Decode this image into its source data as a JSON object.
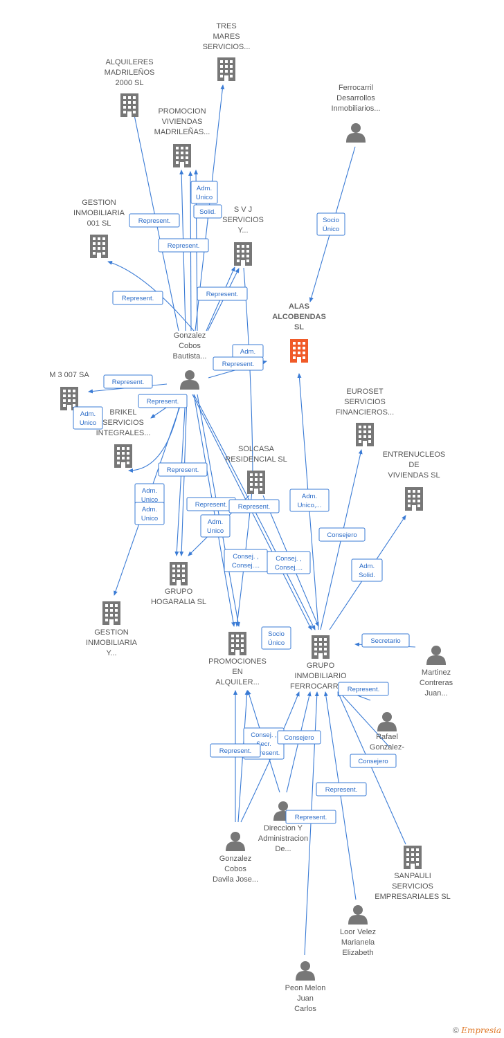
{
  "colors": {
    "edge": "#3a7bd5",
    "node": "#777777",
    "focus": "#f05a28"
  },
  "nodes": [
    {
      "id": "tres_mares",
      "type": "company",
      "lines": [
        "TRES",
        "MARES",
        "SERVICIOS..."
      ]
    },
    {
      "id": "alquileres",
      "type": "company",
      "lines": [
        "ALQUILERES",
        "MADRILEÑOS",
        "2000 SL"
      ]
    },
    {
      "id": "promocion_viv",
      "type": "company",
      "lines": [
        "PROMOCION",
        "VIVIENDAS",
        "MADRILEÑAS..."
      ]
    },
    {
      "id": "ferrocarril_des",
      "type": "person",
      "lines": [
        "Ferrocarril",
        "Desarrollos",
        "Inmobiliarios..."
      ]
    },
    {
      "id": "gestion001",
      "type": "company",
      "lines": [
        "GESTION",
        "INMOBILIARIA",
        "001 SL"
      ]
    },
    {
      "id": "svj",
      "type": "company",
      "lines": [
        "S V J",
        "SERVICIOS",
        "Y..."
      ]
    },
    {
      "id": "alas",
      "type": "focus",
      "lines": [
        "ALAS",
        "ALCOBENDAS",
        "SL"
      ]
    },
    {
      "id": "gonzalez_bautista",
      "type": "person",
      "lines": [
        "Gonzalez",
        "Cobos",
        "Bautista..."
      ]
    },
    {
      "id": "m3007",
      "type": "company",
      "lines": [
        "M 3 007 SA"
      ]
    },
    {
      "id": "brikel",
      "type": "company",
      "lines": [
        "BRIKEL",
        "SERVICIOS",
        "INTEGRALES..."
      ]
    },
    {
      "id": "euroset",
      "type": "company",
      "lines": [
        "EUROSET",
        "SERVICIOS",
        "FINANCIEROS..."
      ]
    },
    {
      "id": "entrenucleos",
      "type": "company",
      "lines": [
        "ENTRENUCLEOS",
        "DE",
        "VIVIENDAS SL"
      ]
    },
    {
      "id": "solcasa",
      "type": "company",
      "lines": [
        "SOLCASA",
        "RESIDENCIAL SL"
      ]
    },
    {
      "id": "hogaralia",
      "type": "company",
      "lines": [
        "GRUPO",
        "HOGARALIA SL"
      ]
    },
    {
      "id": "gestion_y",
      "type": "company",
      "lines": [
        "GESTION",
        "INMOBILIARIA",
        "Y..."
      ]
    },
    {
      "id": "promociones_alq",
      "type": "company",
      "lines": [
        "PROMOCIONES",
        "EN",
        "ALQUILER..."
      ]
    },
    {
      "id": "grupo_ferro",
      "type": "company",
      "lines": [
        "GRUPO",
        "INMOBILIARIO",
        "FERROCARRIL..."
      ]
    },
    {
      "id": "martinez",
      "type": "person",
      "lines": [
        "Martinez",
        "Contreras",
        "Juan..."
      ]
    },
    {
      "id": "rafael",
      "type": "person",
      "lines": [
        "Rafael",
        "Gonzalez-",
        "..."
      ]
    },
    {
      "id": "direccion",
      "type": "person",
      "lines": [
        "Direccion Y",
        "Administracion",
        "De..."
      ]
    },
    {
      "id": "gonzalez_davila",
      "type": "person",
      "lines": [
        "Gonzalez",
        "Cobos",
        "Davila Jose..."
      ]
    },
    {
      "id": "sanpauli",
      "type": "company",
      "lines": [
        "SANPAULI",
        "SERVICIOS",
        "EMPRESARIALES SL"
      ]
    },
    {
      "id": "loor",
      "type": "person",
      "lines": [
        "Loor Velez",
        "Marianela",
        "Elizabeth"
      ]
    },
    {
      "id": "peon",
      "type": "person",
      "lines": [
        "Peon Melon",
        "Juan",
        "Carlos"
      ]
    }
  ],
  "edge_labels": [
    {
      "id": "l1",
      "lines": [
        "Adm.",
        "Unico"
      ]
    },
    {
      "id": "l2",
      "lines": [
        "Solid."
      ]
    },
    {
      "id": "l3",
      "lines": [
        "Socio",
        "Único"
      ]
    },
    {
      "id": "l4",
      "lines": [
        "Represent."
      ]
    },
    {
      "id": "l5",
      "lines": [
        "Represent."
      ]
    },
    {
      "id": "l6",
      "lines": [
        "Represent."
      ]
    },
    {
      "id": "l7",
      "lines": [
        "Represent."
      ]
    },
    {
      "id": "l8",
      "lines": [
        "Adm."
      ]
    },
    {
      "id": "l9",
      "lines": [
        "Represent."
      ]
    },
    {
      "id": "l10",
      "lines": [
        "Represent."
      ]
    },
    {
      "id": "l11",
      "lines": [
        "Represent."
      ]
    },
    {
      "id": "l12",
      "lines": [
        "Adm.",
        "Unico"
      ]
    },
    {
      "id": "l13",
      "lines": [
        "Represent."
      ]
    },
    {
      "id": "l14",
      "lines": [
        "Adm.",
        "Unico"
      ]
    },
    {
      "id": "l15",
      "lines": [
        "Adm.",
        "Unico"
      ]
    },
    {
      "id": "l16",
      "lines": [
        "Represent."
      ]
    },
    {
      "id": "l17",
      "lines": [
        "Represent."
      ]
    },
    {
      "id": "l18",
      "lines": [
        "Adm.",
        "Unico,..."
      ]
    },
    {
      "id": "l19",
      "lines": [
        "Adm.",
        "Unico"
      ]
    },
    {
      "id": "l20",
      "lines": [
        "Consejero"
      ]
    },
    {
      "id": "l21",
      "lines": [
        "Consej. ,",
        "Consej...."
      ]
    },
    {
      "id": "l22",
      "lines": [
        "Consej. ,",
        "Consej...."
      ]
    },
    {
      "id": "l23",
      "lines": [
        "Adm.",
        "Solid."
      ]
    },
    {
      "id": "l24",
      "lines": [
        "Socio",
        "Único"
      ]
    },
    {
      "id": "l25",
      "lines": [
        "Secretario"
      ]
    },
    {
      "id": "l26",
      "lines": [
        "Represent."
      ]
    },
    {
      "id": "l27",
      "lines": [
        "Consej. ,",
        "Secr.",
        "Represent."
      ]
    },
    {
      "id": "l28",
      "lines": [
        "Consejero"
      ]
    },
    {
      "id": "l29",
      "lines": [
        "Represent."
      ]
    },
    {
      "id": "l30",
      "lines": [
        "Consejero"
      ]
    },
    {
      "id": "l31",
      "lines": [
        "Represent."
      ]
    },
    {
      "id": "l32",
      "lines": [
        "Represent."
      ]
    }
  ],
  "footer": {
    "copyright": "©",
    "brand": "Empresia"
  }
}
